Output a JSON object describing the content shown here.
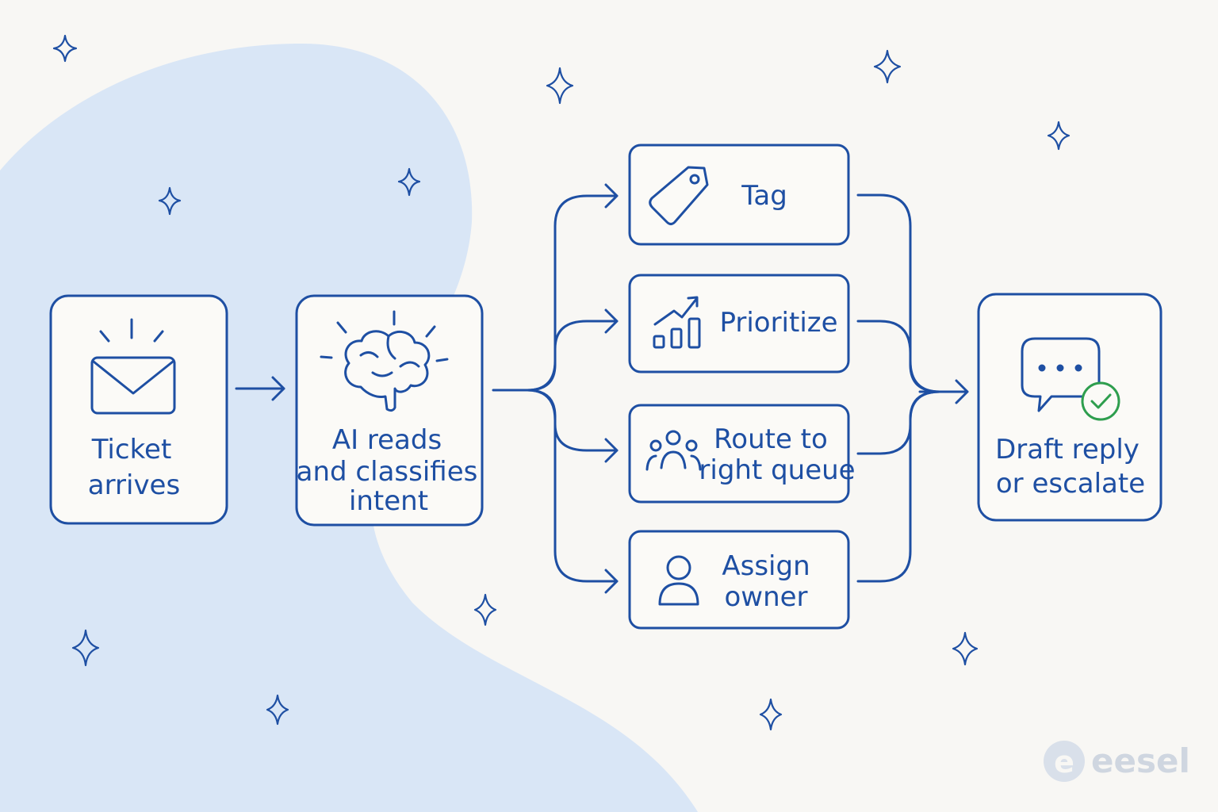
{
  "nodes": {
    "ticket": {
      "line1": "Ticket",
      "line2": "arrives",
      "icon": "envelope-icon"
    },
    "ai": {
      "line1": "AI reads",
      "line2": "and classifies",
      "line3": "intent",
      "icon": "brain-icon"
    },
    "tag": {
      "label": "Tag",
      "icon": "tag-icon"
    },
    "prioritize": {
      "label": "Prioritize",
      "icon": "bar-chart-trend-icon"
    },
    "route": {
      "line1": "Route to",
      "line2": "right queue",
      "icon": "people-group-icon"
    },
    "assign": {
      "line1": "Assign",
      "line2": "owner",
      "icon": "person-icon"
    },
    "draft": {
      "line1": "Draft reply",
      "line2": "or escalate",
      "icon": "chat-bubble-check-icon"
    }
  },
  "logo": {
    "text": "eesel"
  },
  "colors": {
    "stroke": "#1e4fa3",
    "background": "#f8f7f4",
    "blob": "#d9e6f6",
    "check": "#2e9e4e",
    "logo": "#cfd6e0"
  }
}
